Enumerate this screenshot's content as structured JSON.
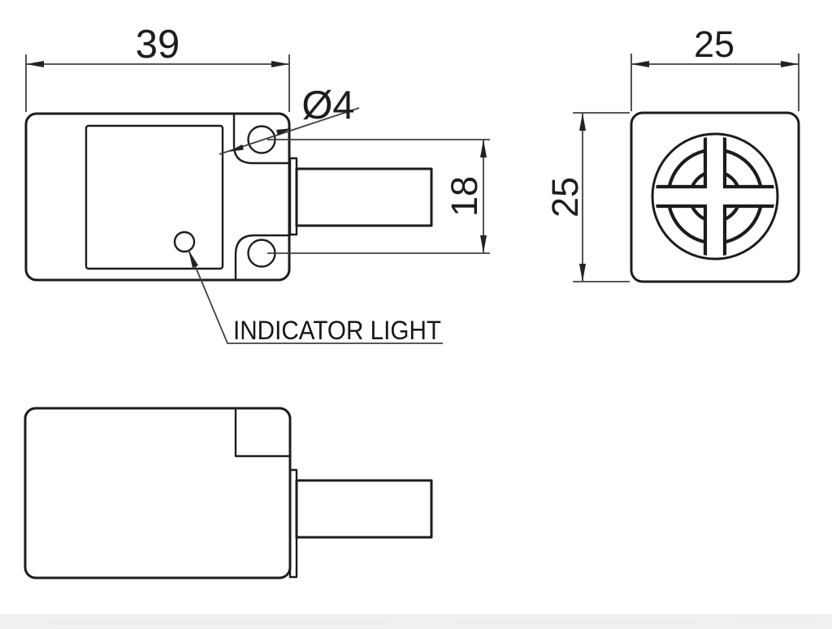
{
  "colors": {
    "object_line": "#1c1c1c",
    "dimension_line": "#404040",
    "text": "#1d1d1d",
    "background": "#ffffff",
    "footer_band": "#f1f1f1"
  },
  "front_view": {
    "width_dim": "39",
    "hole_dim": "Ø4",
    "hole_spacing_dim": "18",
    "indicator_label": "INDICATOR LIGHT"
  },
  "side_view": {
    "width_dim": "25",
    "height_dim": "25"
  }
}
